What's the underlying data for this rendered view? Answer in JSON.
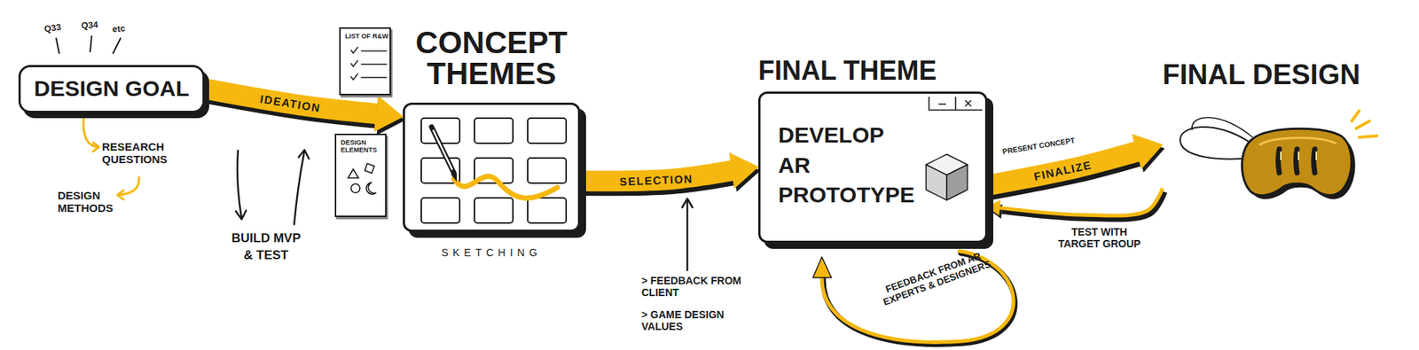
{
  "diagram": {
    "nodes": [
      {
        "text": [
          "DESIGN GOAL"
        ]
      },
      {
        "text": [
          "LIST OF R&W"
        ]
      },
      {
        "text": [
          "DESIGN ELEMENTS"
        ]
      },
      {
        "text": [
          "CONCEPT THEMES",
          "SKETCHING"
        ]
      },
      {
        "text": [
          "FINAL THEME",
          "DEVELOP AR PROTOTYPE"
        ]
      },
      {
        "text": [
          "FINAL DESIGN"
        ]
      }
    ],
    "edges": [
      {
        "from": 0,
        "to": 3,
        "label": "IDEATION",
        "arrow": "to"
      },
      {
        "from": 3,
        "to": 4,
        "label": "SELECTION",
        "arrow": "to"
      },
      {
        "from": 4,
        "to": 5,
        "label": "FINALIZE",
        "arrow": "to"
      },
      {
        "from": 5,
        "to": 4,
        "label": "TEST WITH TARGET GROUP",
        "arrow": "to"
      }
    ],
    "labels": [
      "Q33",
      "Q34",
      "etc",
      "RESEARCH QUESTIONS",
      "DESIGN METHODS",
      "BUILD MVP & TEST",
      "> FEEDBACK FROM CLIENT",
      "> GAME DESIGN VALUES",
      "PRESENT CONCEPT",
      "FEEDBACK FROM AR EXPERTS & DESIGNERS"
    ]
  }
}
